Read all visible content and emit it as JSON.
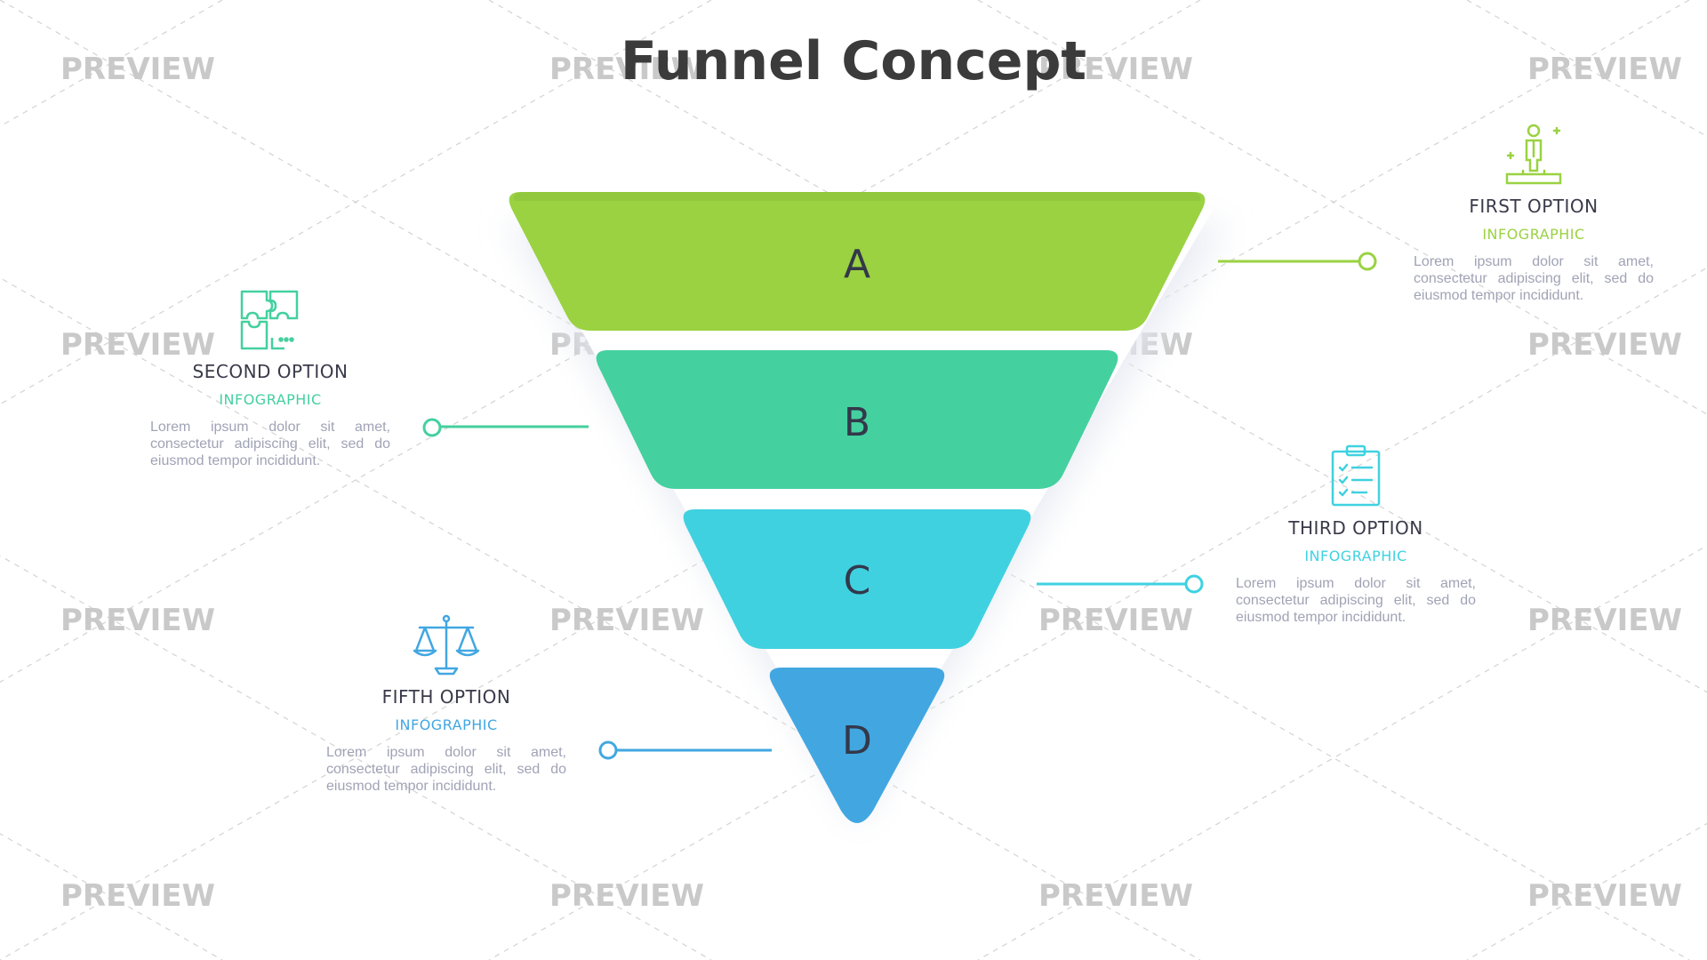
{
  "title": "Funnel Concept",
  "watermark": "PREVIEW",
  "colors": {
    "level_a": "#9ad241",
    "level_b": "#44d09f",
    "level_c": "#3fd1e0",
    "level_d": "#42a7e1",
    "heading": "#3b3b3b",
    "body_text": "#a0a3b5"
  },
  "funnel": {
    "levels": [
      {
        "label": "A"
      },
      {
        "label": "B"
      },
      {
        "label": "C"
      },
      {
        "label": "D"
      }
    ]
  },
  "options": {
    "first": {
      "title": "FIRST OPTION",
      "subtitle": "INFOGRAPHIC",
      "icon": "person-on-podium-icon",
      "text": "Lorem ipsum dolor sit amet, consectetur adipiscing elit, sed do eiusmod tempor incididunt."
    },
    "second": {
      "title": "SECOND OPTION",
      "subtitle": "INFOGRAPHIC",
      "icon": "puzzle-icon",
      "text": "Lorem ipsum dolor sit amet, consectetur adipiscing elit, sed do eiusmod tempor incididunt."
    },
    "third": {
      "title": "THIRD OPTION",
      "subtitle": "INFOGRAPHIC",
      "icon": "clipboard-checklist-icon",
      "text": "Lorem ipsum dolor sit amet, consectetur adipiscing elit, sed do eiusmod tempor incididunt."
    },
    "fifth": {
      "title": "FIFTH OPTION",
      "subtitle": "INFOGRAPHIC",
      "icon": "balance-scale-icon",
      "text": "Lorem ipsum dolor sit amet, consectetur adipiscing elit, sed do eiusmod tempor incididunt."
    }
  }
}
